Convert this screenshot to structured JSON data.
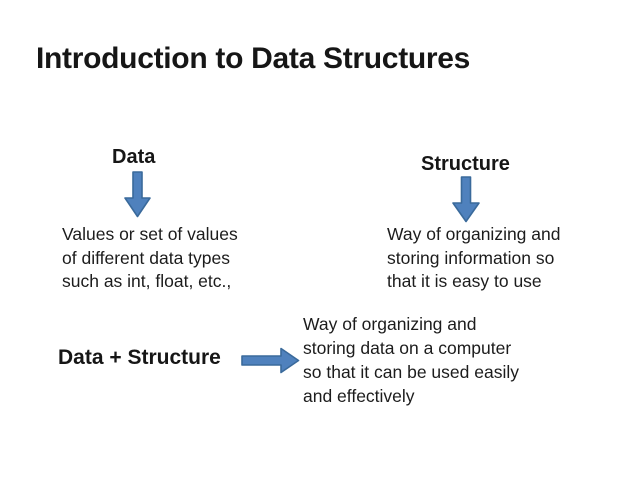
{
  "slide": {
    "title": "Introduction to Data Structures",
    "colors": {
      "background": "#ffffff",
      "title_text": "#161616",
      "body_text": "#1c1c1c",
      "arrow_fill": "#4f81bd",
      "arrow_border": "#3a6a9b"
    },
    "data_section": {
      "heading": "Data",
      "description_lines": [
        "Values or set of values",
        "of different data types",
        "such as int, float, etc.,"
      ]
    },
    "structure_section": {
      "heading": "Structure",
      "description_lines": [
        "Way of organizing and",
        "storing information so",
        "that it is easy to use"
      ]
    },
    "combined_section": {
      "heading": "Data + Structure",
      "description_lines": [
        "Way of organizing and",
        "storing data on a computer",
        "so that it can be used easily",
        "and effectively"
      ]
    },
    "icons": {
      "down_arrow": "down-arrow",
      "right_arrow": "right-arrow"
    }
  }
}
